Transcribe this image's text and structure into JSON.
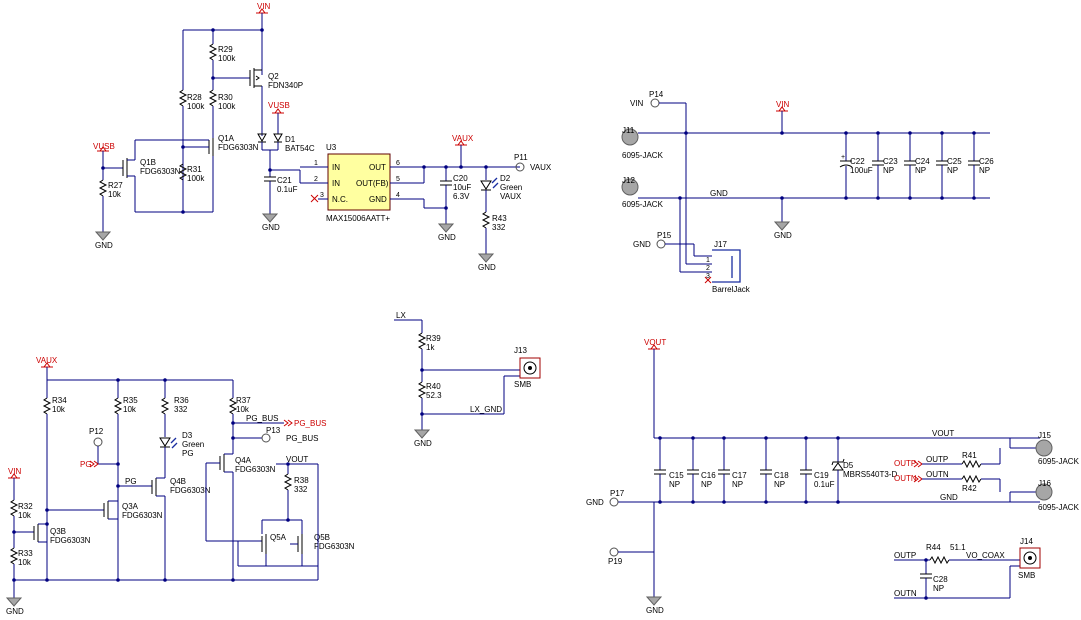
{
  "nets": {
    "vin": "VIN",
    "vusb": "VUSB",
    "vaux": "VAUX",
    "vout": "VOUT",
    "gnd": "GND",
    "pg": "PG",
    "pg_bus": "PG_BUS",
    "lx": "LX",
    "lx_gnd": "LX_GND",
    "outp": "OUTP",
    "outn": "OUTN",
    "vo_coax": "VO_COAX"
  },
  "resistors": {
    "r29": {
      "ref": "R29",
      "value": "100k"
    },
    "r28": {
      "ref": "R28",
      "value": "100k"
    },
    "r30": {
      "ref": "R30",
      "value": "100k"
    },
    "r31": {
      "ref": "R31",
      "value": "100k"
    },
    "r27": {
      "ref": "R27",
      "value": "10k"
    },
    "r43": {
      "ref": "R43",
      "value": "332"
    },
    "r39": {
      "ref": "R39",
      "value": "1k"
    },
    "r40": {
      "ref": "R40",
      "value": "52.3"
    },
    "r34": {
      "ref": "R34",
      "value": "10k"
    },
    "r35": {
      "ref": "R35",
      "value": "10k"
    },
    "r36": {
      "ref": "R36",
      "value": "332"
    },
    "r37": {
      "ref": "R37",
      "value": "10k"
    },
    "r38": {
      "ref": "R38",
      "value": "332"
    },
    "r32": {
      "ref": "R32",
      "value": "10k"
    },
    "r33": {
      "ref": "R33",
      "value": "10k"
    },
    "r41": {
      "ref": "R41",
      "value": ""
    },
    "r42": {
      "ref": "R42",
      "value": ""
    },
    "r44": {
      "ref": "R44",
      "value": "51.1"
    }
  },
  "capacitors": {
    "c21": {
      "ref": "C21",
      "value": "0.1uF"
    },
    "c20": {
      "ref": "C20",
      "value": "10uF",
      "value2": "6.3V"
    },
    "c22": {
      "ref": "C22",
      "value": "100uF"
    },
    "c23": {
      "ref": "C23",
      "value": "NP"
    },
    "c24": {
      "ref": "C24",
      "value": "NP"
    },
    "c25": {
      "ref": "C25",
      "value": "NP"
    },
    "c26": {
      "ref": "C26",
      "value": "NP"
    },
    "c15": {
      "ref": "C15",
      "value": "NP"
    },
    "c16": {
      "ref": "C16",
      "value": "NP"
    },
    "c17": {
      "ref": "C17",
      "value": "NP"
    },
    "c18": {
      "ref": "C18",
      "value": "NP"
    },
    "c19": {
      "ref": "C19",
      "value": "0.1uF"
    },
    "c28": {
      "ref": "C28",
      "value": "NP"
    }
  },
  "transistors": {
    "q2": {
      "ref": "Q2",
      "value": "FDN340P"
    },
    "q1a": {
      "ref": "Q1A",
      "value": "FDG6303N"
    },
    "q1b": {
      "ref": "Q1B",
      "value": "FDG6303N"
    },
    "q3a": {
      "ref": "Q3A",
      "value": "FDG6303N"
    },
    "q3b": {
      "ref": "Q3B",
      "value": "FDG6303N"
    },
    "q4a": {
      "ref": "Q4A",
      "value": "FDG6303N"
    },
    "q4b": {
      "ref": "Q4B",
      "value": "FDG6303N"
    },
    "q5a": {
      "ref": "Q5A",
      "value": ""
    },
    "q5b": {
      "ref": "Q5B",
      "value": "FDG6303N"
    }
  },
  "diodes": {
    "d1": {
      "ref": "D1",
      "value": "BAT54C"
    },
    "d2": {
      "ref": "D2",
      "value": "Green",
      "value2": "VAUX"
    },
    "d3": {
      "ref": "D3",
      "value": "Green",
      "value2": "PG"
    },
    "d5": {
      "ref": "D5",
      "value": "MBRS540T3-D"
    }
  },
  "u3": {
    "ref": "U3",
    "part": "MAX15006AATT+",
    "pins_left": [
      {
        "num": "1",
        "name": "IN"
      },
      {
        "num": "2",
        "name": "IN"
      },
      {
        "num": "3",
        "name": "N.C."
      }
    ],
    "pins_right": [
      {
        "num": "6",
        "name": "OUT"
      },
      {
        "num": "5",
        "name": "OUT(FB)"
      },
      {
        "num": "4",
        "name": "GND"
      }
    ]
  },
  "connectors": {
    "j11": {
      "ref": "J11",
      "value": "6095-JACK"
    },
    "j12": {
      "ref": "J12",
      "value": "6095-JACK"
    },
    "j15": {
      "ref": "J15",
      "value": "6095-JACK"
    },
    "j16": {
      "ref": "J16",
      "value": "6095-JACK"
    },
    "j13": {
      "ref": "J13",
      "value": "SMB"
    },
    "j14": {
      "ref": "J14",
      "value": "SMB"
    },
    "j17": {
      "ref": "J17",
      "value": "BarrelJack",
      "pins": [
        "1",
        "2",
        "3"
      ]
    }
  },
  "testpoints": {
    "p11": "P11",
    "p12": "P12",
    "p13": "P13",
    "p14": "P14",
    "p15": "P15",
    "p17": "P17",
    "p19": "P19"
  },
  "colors": {
    "wire": "#000080",
    "component": "#000000",
    "port": "#cc0000",
    "ground": "#a6a6a6",
    "ic_fill": "#ffffa0",
    "no_connect": "#cc0000"
  }
}
